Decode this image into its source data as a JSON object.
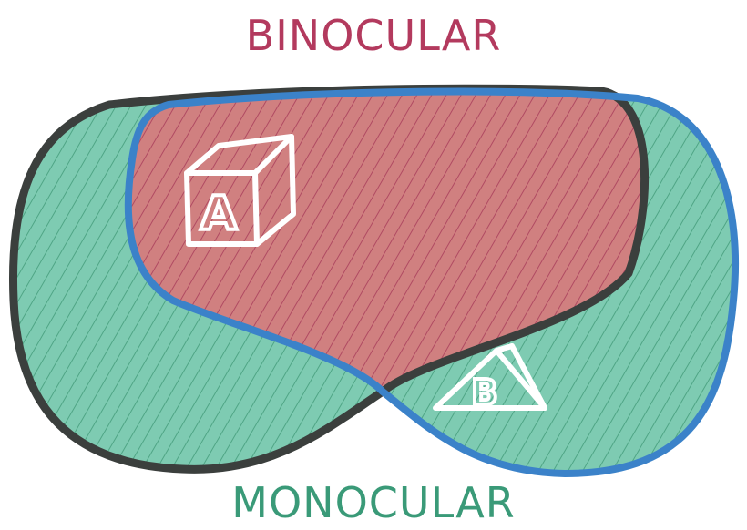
{
  "labels": {
    "binocular": "BINOCULAR",
    "monocular": "MONOCULAR"
  },
  "objects": {
    "cube_letter": "A",
    "wedge_letter": "B"
  },
  "colors": {
    "binocular": "#b33a5e",
    "monocular": "#3a9a78",
    "overlap_fill": "#cf7c7c",
    "monocular_fill": "#7ecbb2",
    "left_eye_outline": "#3b3f3d",
    "right_eye_outline": "#3b82c9"
  }
}
